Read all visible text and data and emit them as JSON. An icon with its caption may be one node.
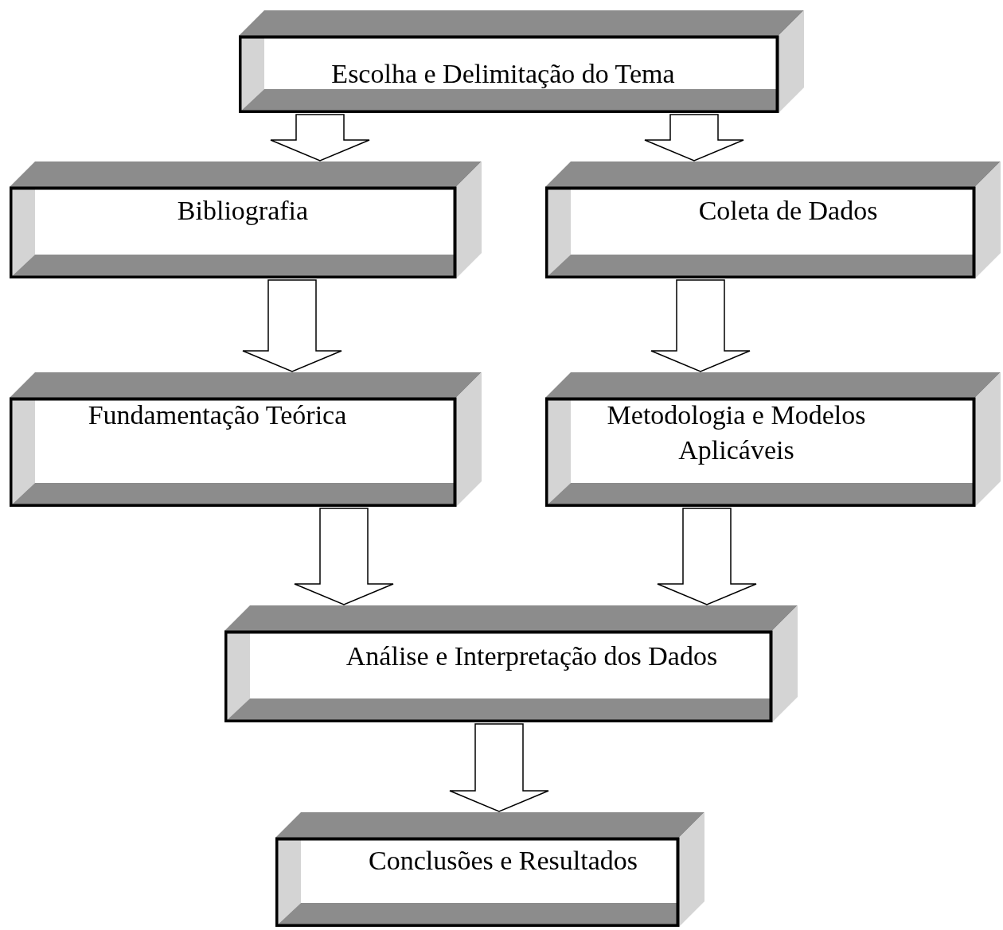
{
  "diagram": {
    "nodes": [
      {
        "text": [
          "Escolha e Delimitação do Tema"
        ]
      },
      {
        "text": [
          "Bibliografia"
        ]
      },
      {
        "text": [
          "Coleta de Dados"
        ]
      },
      {
        "text": [
          "Fundamentação Teórica"
        ]
      },
      {
        "text": [
          "Metodologia e Modelos Aplicáveis"
        ]
      },
      {
        "text": [
          "Análise e Interpretação dos Dados"
        ]
      },
      {
        "text": [
          "Conclusões e Resultados"
        ]
      }
    ],
    "edges": [
      {
        "from": 0,
        "to": 1,
        "arrow": "to"
      },
      {
        "from": 0,
        "to": 2,
        "arrow": "to"
      },
      {
        "from": 1,
        "to": 3,
        "arrow": "to"
      },
      {
        "from": 2,
        "to": 4,
        "arrow": "to"
      },
      {
        "from": 3,
        "to": 5,
        "arrow": "to"
      },
      {
        "from": 4,
        "to": 5,
        "arrow": "to"
      },
      {
        "from": 5,
        "to": 6,
        "arrow": "to"
      }
    ]
  }
}
